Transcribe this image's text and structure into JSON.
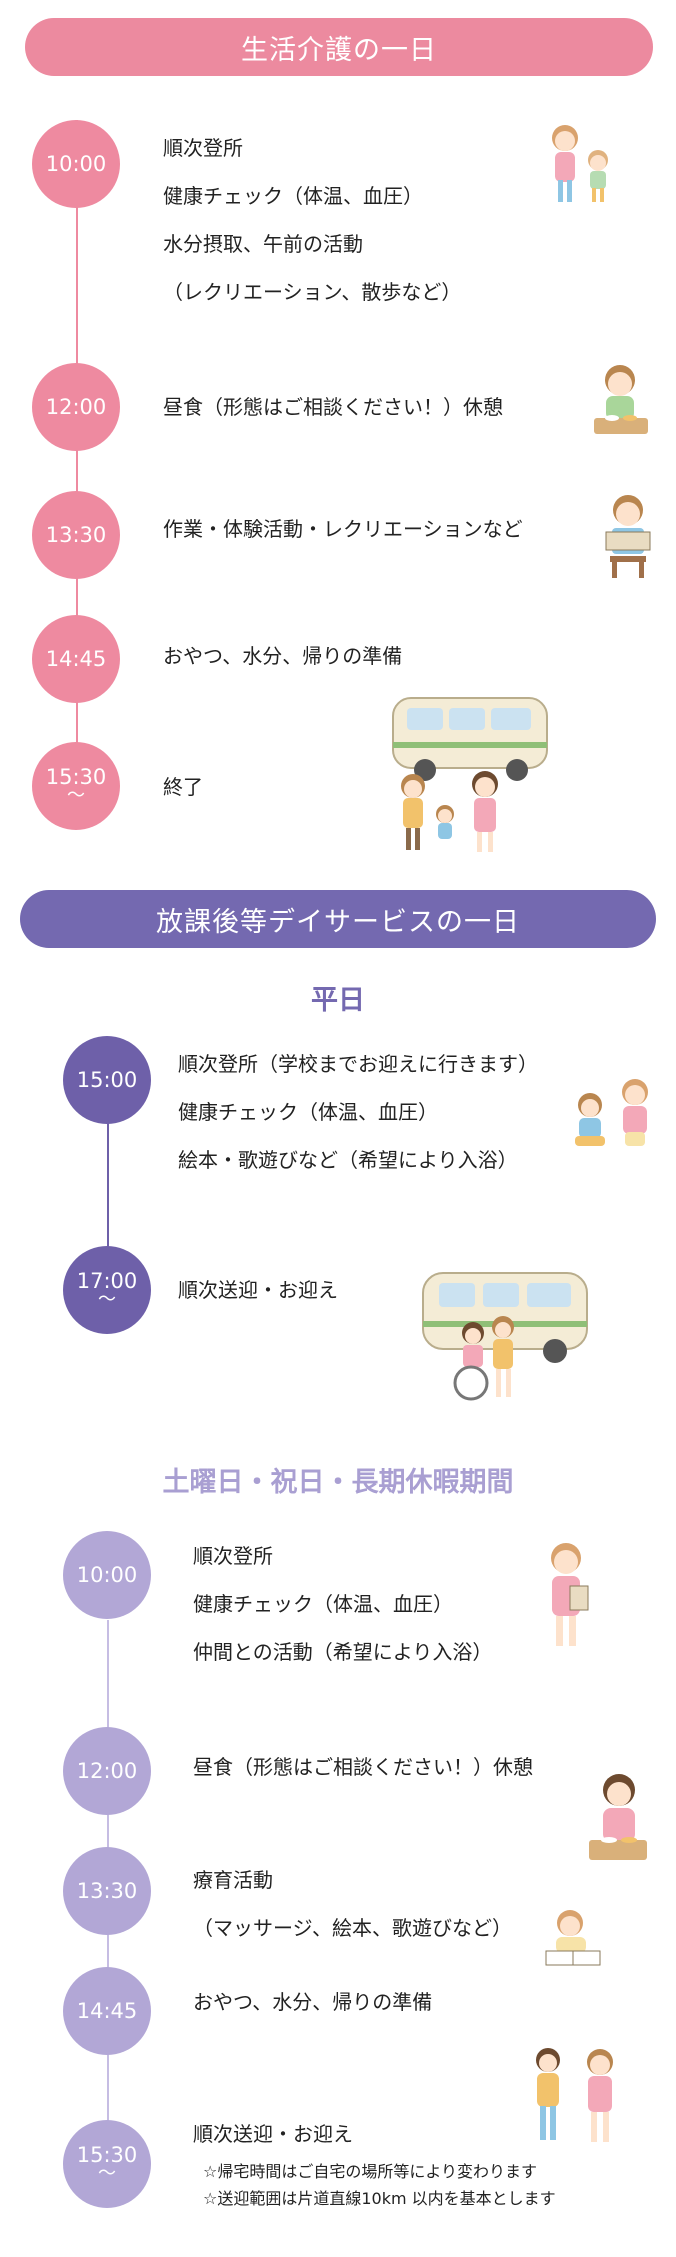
{
  "section1": {
    "title": "生活介護の一日",
    "items": [
      {
        "time": "10:00",
        "lines": [
          "順次登所",
          "健康チェック（体温、血圧）",
          "水分摂取、午前の活動",
          "（レクリエーション、散歩など）"
        ]
      },
      {
        "time": "12:00",
        "lines": [
          "昼食（形態はご相談ください！）休憩"
        ]
      },
      {
        "time": "13:30",
        "lines": [
          "作業・体験活動・レクリエーションなど"
        ]
      },
      {
        "time": "14:45",
        "lines": [
          "おやつ、水分、帰りの準備"
        ]
      },
      {
        "time": "15:30",
        "tilde": "～",
        "lines": [
          "終了"
        ]
      }
    ]
  },
  "section2": {
    "title": "放課後等デイサービスの一日",
    "weekday": {
      "heading": "平日",
      "items": [
        {
          "time": "15:00",
          "lines": [
            "順次登所（学校までお迎えに行きます）",
            "健康チェック（体温、血圧）",
            "絵本・歌遊びなど（希望により入浴）"
          ]
        },
        {
          "time": "17:00",
          "tilde": "～",
          "lines": [
            "順次送迎・お迎え"
          ]
        }
      ]
    },
    "holiday": {
      "heading": "土曜日・祝日・長期休暇期間",
      "items": [
        {
          "time": "10:00",
          "lines": [
            "順次登所",
            "健康チェック（体温、血圧）",
            "仲間との活動（希望により入浴）"
          ]
        },
        {
          "time": "12:00",
          "lines": [
            "昼食（形態はご相談ください！）休憩"
          ]
        },
        {
          "time": "13:30",
          "lines": [
            "療育活動",
            "（マッサージ、絵本、歌遊びなど）"
          ]
        },
        {
          "time": "14:45",
          "lines": [
            "おやつ、水分、帰りの準備"
          ]
        },
        {
          "time": "15:30",
          "tilde": "～",
          "lines": [
            "順次送迎・お迎え"
          ]
        }
      ],
      "notes": [
        "☆帰宅時間はご自宅の場所等により変わります",
        "☆送迎範囲は片道直線10km 以内を基本とします"
      ]
    }
  },
  "colors": {
    "pink": "#ee8aa0",
    "purple": "#6e60a9",
    "lavender": "#b2a7d6",
    "heading_purple": "#7469b0",
    "heading_lavender": "#a99fd2"
  },
  "illustrations": [
    "mother-and-child",
    "child-eating",
    "child-reading",
    "van-with-family",
    "children-with-caregiver",
    "van-with-wheelchair",
    "caregiver-with-clipboard",
    "caregiver-eating",
    "child-reading-book",
    "pair-waving"
  ]
}
